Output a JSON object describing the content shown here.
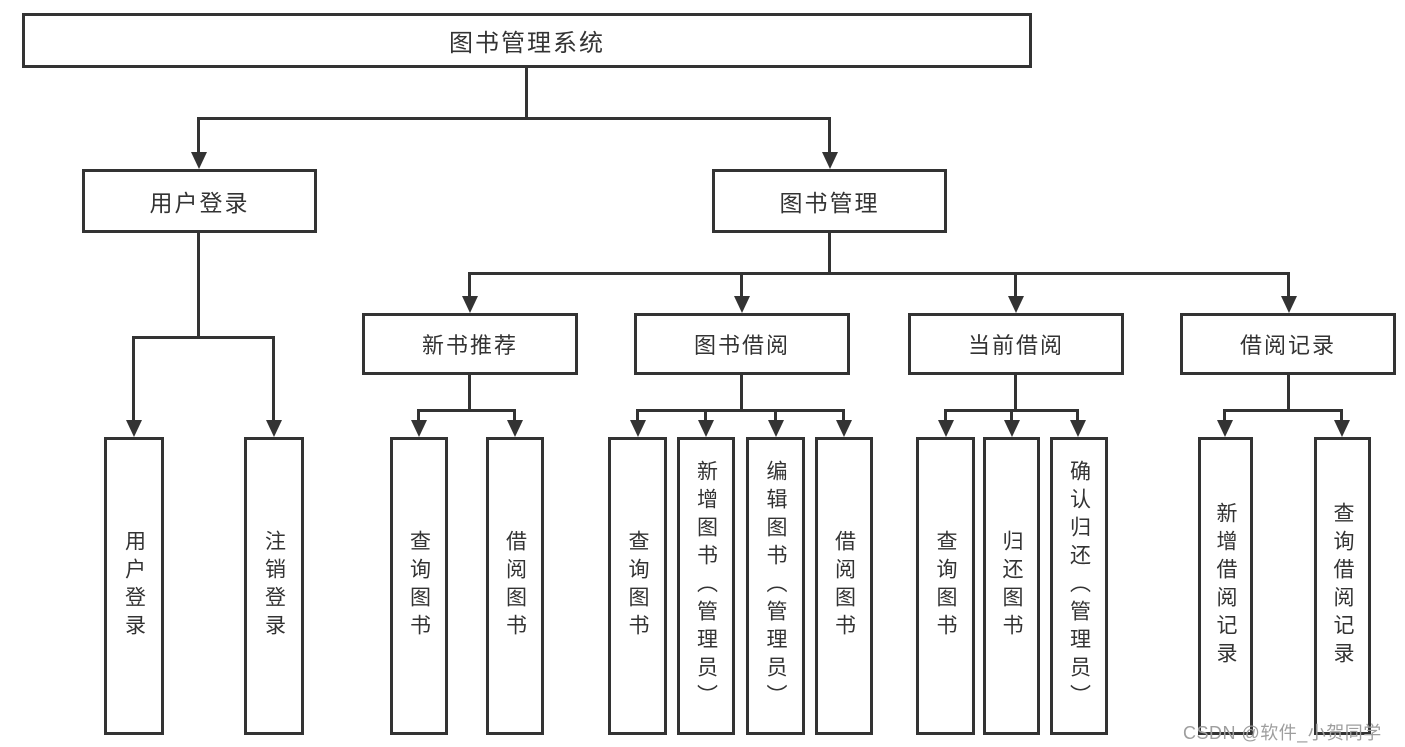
{
  "diagram": {
    "root": {
      "label": "图书管理系统"
    },
    "branches": [
      {
        "label": "用户登录",
        "children": [
          {
            "label": "用户登录"
          },
          {
            "label": "注销登录"
          }
        ]
      },
      {
        "label": "图书管理",
        "children": [
          {
            "label": "新书推荐",
            "children": [
              {
                "label": "查询图书"
              },
              {
                "label": "借阅图书"
              }
            ]
          },
          {
            "label": "图书借阅",
            "children": [
              {
                "label": "查询图书"
              },
              {
                "label": "新增图书（管理员）"
              },
              {
                "label": "编辑图书（管理员）"
              },
              {
                "label": "借阅图书"
              }
            ]
          },
          {
            "label": "当前借阅",
            "children": [
              {
                "label": "查询图书"
              },
              {
                "label": "归还图书"
              },
              {
                "label": "确认归还（管理员）"
              }
            ]
          },
          {
            "label": "借阅记录",
            "children": [
              {
                "label": "新增借阅记录"
              },
              {
                "label": "查询借阅记录"
              }
            ]
          }
        ]
      }
    ]
  },
  "watermark": {
    "text": "CSDN @软件_小贺同学"
  },
  "colors": {
    "line": "#333333",
    "text": "#333333",
    "node_background": "#ffffff",
    "page_background": "#ffffff",
    "watermark": "#9e9e9e"
  }
}
